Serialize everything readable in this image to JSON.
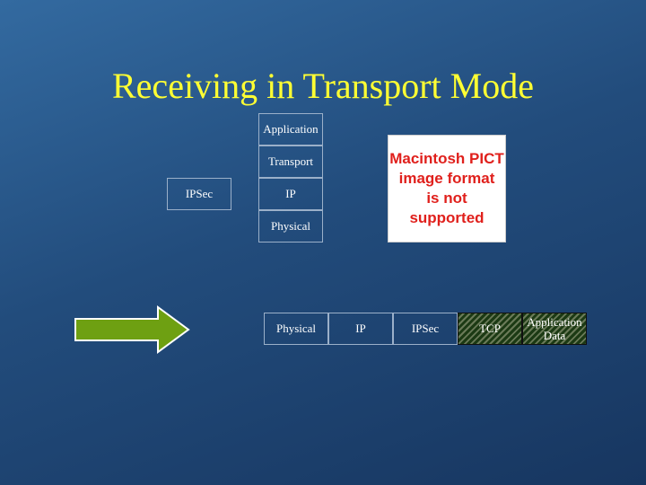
{
  "title": "Receiving in Transport Mode",
  "stack": {
    "application": "Application",
    "transport": "Transport",
    "ip": "IP",
    "physical": "Physical",
    "ipsec": "IPSec"
  },
  "pict_placeholder": {
    "line1": "Macintosh PICT",
    "line2": "image format",
    "line3": "is not supported"
  },
  "packet": {
    "fields": [
      "Physical",
      "IP",
      "IPSec",
      "TCP",
      "Application Data"
    ]
  },
  "colors": {
    "title": "#ffff33",
    "arrow_fill": "#6ea012",
    "pict_text": "#e0201c"
  }
}
